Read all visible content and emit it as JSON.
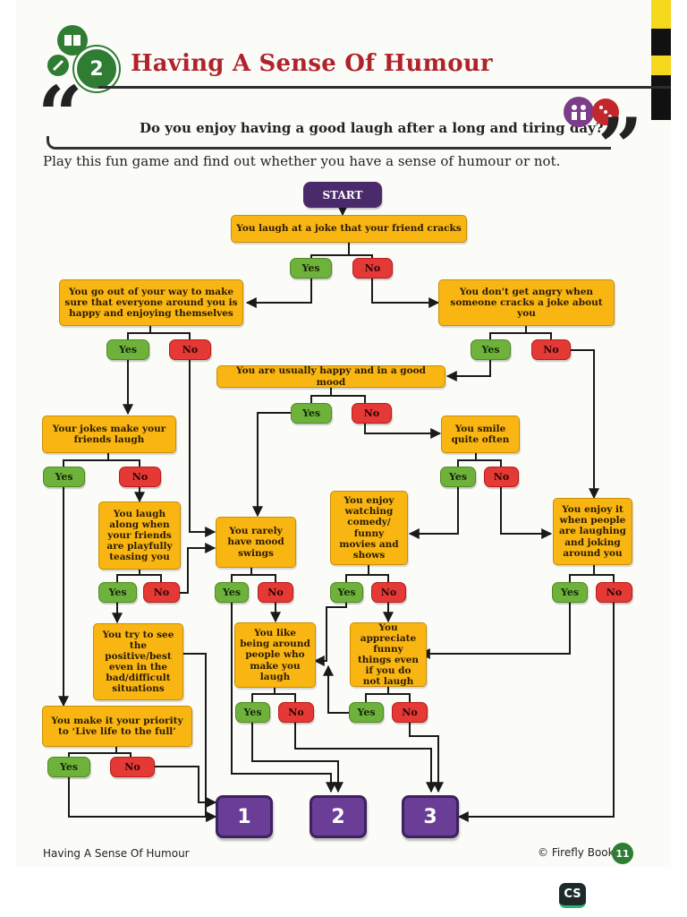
{
  "header": {
    "chapter_number": "2",
    "title": "Having A Sense Of Humour",
    "question": "Do you enjoy having a good laugh after a long and tiring day?",
    "quote_open": "“",
    "quote_close": "”",
    "intro": "Play this fun game and find out whether you have a sense of humour or not."
  },
  "icons": {
    "book": "book-icon",
    "pencil": "pencil-icon",
    "values": "values-icon"
  },
  "colors": {
    "box": "#f9b613",
    "yes": "#6fb23b",
    "no": "#e53935",
    "start": "#4b2a6b",
    "result": "#6a3e97",
    "accent": "#2e7d32",
    "title": "#b0232a"
  },
  "flowchart": {
    "start": "START",
    "yes": "Yes",
    "no": "No",
    "statements": {
      "laugh_joke": "You laugh at a joke that your friend cracks",
      "out_of_way": "You go out of your way to make sure that everyone around you is happy and enjoying themselves",
      "not_angry": "You don't get angry when someone cracks a joke about you",
      "happy_mood": "You are usually happy and in a good mood",
      "jokes_laugh": "Your jokes make your friends laugh",
      "smile_often": "You smile quite often",
      "laugh_teased": "You laugh along when your friends are playfully teasing you",
      "rarely_swings": "You rarely have mood swings",
      "enjoy_comedy": "You enjoy watching comedy/ funny movies and shows",
      "enjoy_laughing": "You enjoy it when people are laughing and joking around you",
      "try_positive": "You try to see the positive/best even in the bad/difficult situations",
      "like_people": "You like being around people who make you laugh",
      "appreciate_funny": "You appreciate funny things even if you do not laugh",
      "priority": "You make it your priority to ‘Live life to the full’"
    },
    "results": [
      "1",
      "2",
      "3"
    ]
  },
  "footer": {
    "left": "Having A Sense Of Humour",
    "right": "© Firefly Books",
    "page_number": "11"
  },
  "watermark": {
    "logo_text": "CS"
  }
}
